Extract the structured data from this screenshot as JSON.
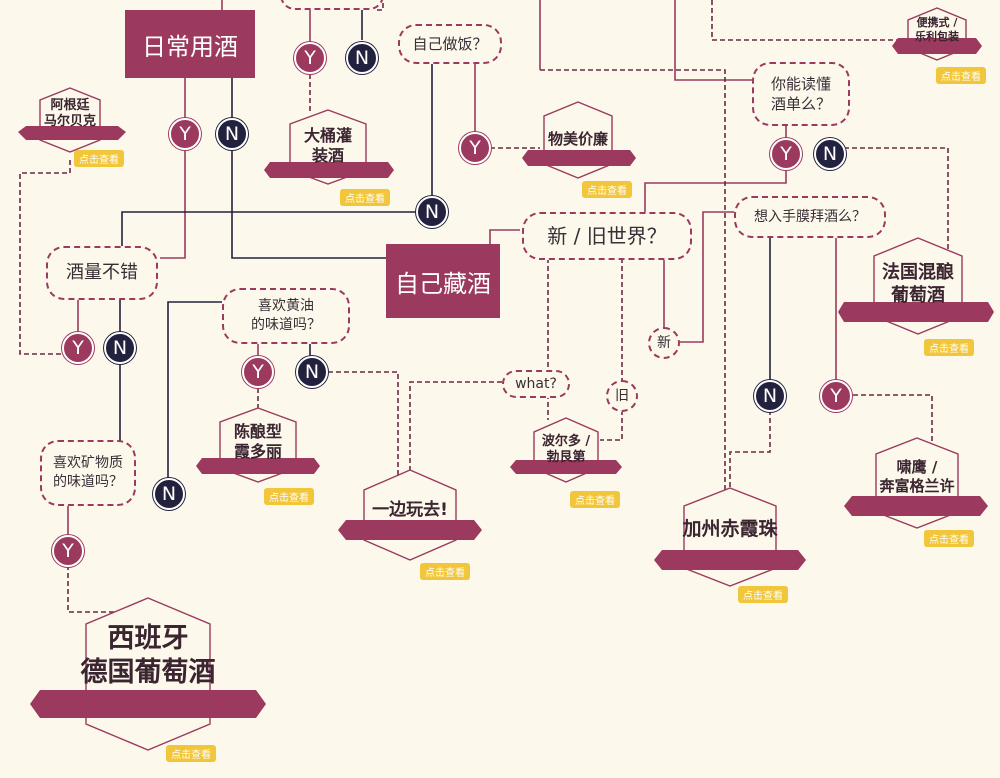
{
  "colors": {
    "primary": "#9b3a5e",
    "dark": "#22223f",
    "tag": "#f2c63a",
    "background": "#fdf8ec"
  },
  "labels": {
    "yes": "Y",
    "no": "N",
    "view_more": "点击查看"
  },
  "boxes": {
    "daily": "日常用酒",
    "cellar": "自己藏酒"
  },
  "questions": {
    "cook": "自己做饭？",
    "readmenu_1": "你能读懂",
    "readmenu_2": "酒单么？",
    "tolerance": "酒量不错",
    "newold": "新 / 旧世界？",
    "butter_1": "喜欢黄油",
    "butter_2": "的味道吗？",
    "mineral_1": "喜欢矿物质",
    "mineral_2": "的味道吗？",
    "worship": "想入手膜拜酒么？",
    "what": "what?",
    "new": "新",
    "old": "旧"
  },
  "results": {
    "portable_1": "便携式 /",
    "portable_2": "乐利包装",
    "malbec_1": "阿根廷",
    "malbec_2": "马尔贝克",
    "bulk_1": "大桶灌",
    "bulk_2": "装酒",
    "value": "物美价廉",
    "bordeaux_blend_1": "法国混酿",
    "bordeaux_blend_2": "葡萄酒",
    "chardonnay_1": "陈酿型",
    "chardonnay_2": "霞多丽",
    "bordeaux_1": "波尔多 /",
    "bordeaux_2": "勃艮第",
    "play": "一边玩去!",
    "cabernet": "加州赤霞珠",
    "shiraz_1": "啸鹰 /",
    "shiraz_2": "奔富格兰许",
    "spain_1": "西班牙",
    "spain_2": "德国葡萄酒"
  }
}
